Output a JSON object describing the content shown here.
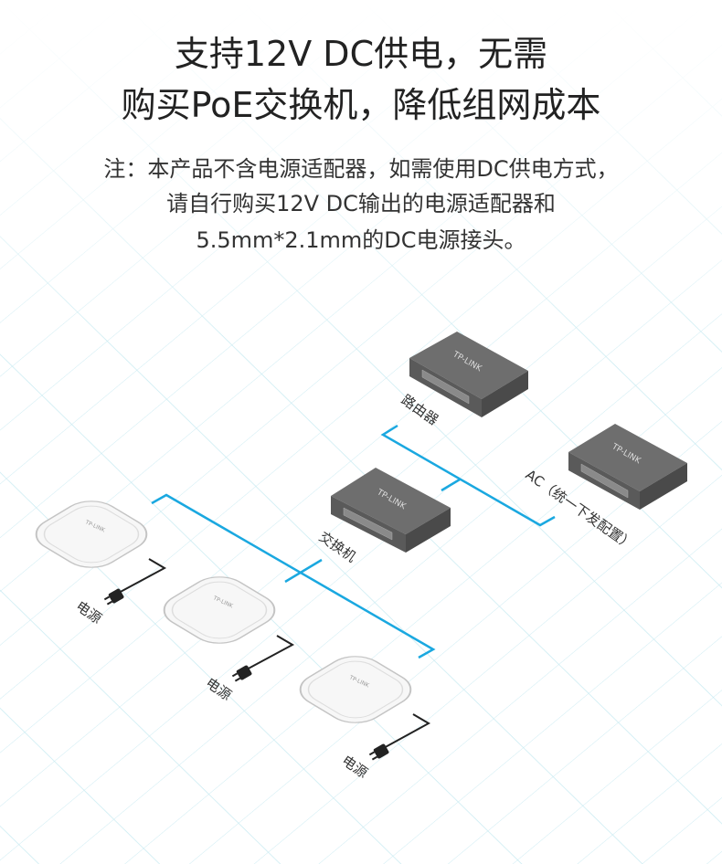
{
  "headline": {
    "line1": "支持12V DC供电，无需",
    "line2": "购买PoE交换机，降低组网成本"
  },
  "note": {
    "line1": "注：本产品不含电源适配器，如需使用DC供电方式，",
    "line2": "请自行购买12V DC输出的电源适配器和",
    "line3": "5.5mm*2.1mm的DC电源接头。"
  },
  "diagram": {
    "brand": "TP-LINK",
    "router_label": "路由器",
    "ac_label": "AC（统一下发配置）",
    "switch_label": "交换机",
    "power_label": "电源",
    "colors": {
      "link": "#1aa8e0",
      "device": "#6b6b6b",
      "grid": "#bfe6ef"
    }
  }
}
